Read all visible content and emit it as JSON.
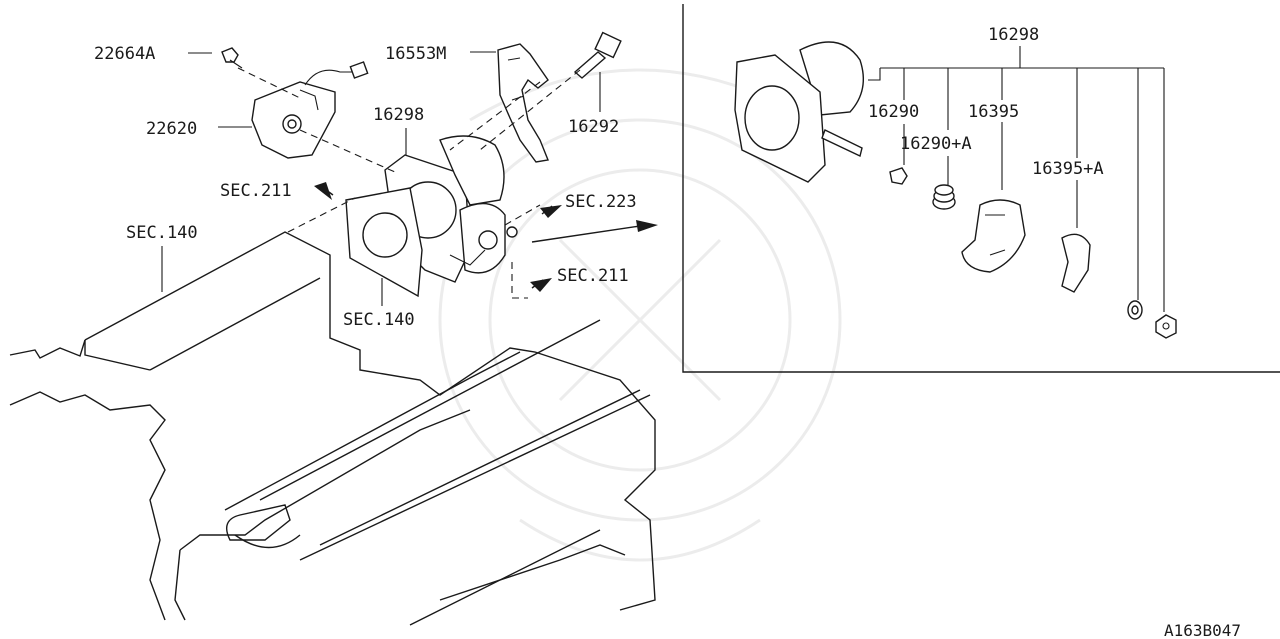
{
  "diagram": {
    "reference_code": "A163B047",
    "main_view": {
      "callouts": {
        "p22664A": "22664A",
        "p16553M": "16553M",
        "p16298": "16298",
        "p22620": "22620",
        "p16292": "16292",
        "sec211_top": "SEC.211",
        "sec223": "SEC.223",
        "sec140_left": "SEC.140",
        "sec211_bottom": "SEC.211",
        "sec140_bottom": "SEC.140"
      }
    },
    "detail_view": {
      "callouts": {
        "p16298": "16298",
        "p16290": "16290",
        "p16395": "16395",
        "p16290A": "16290+A",
        "p16395A": "16395+A"
      }
    }
  }
}
